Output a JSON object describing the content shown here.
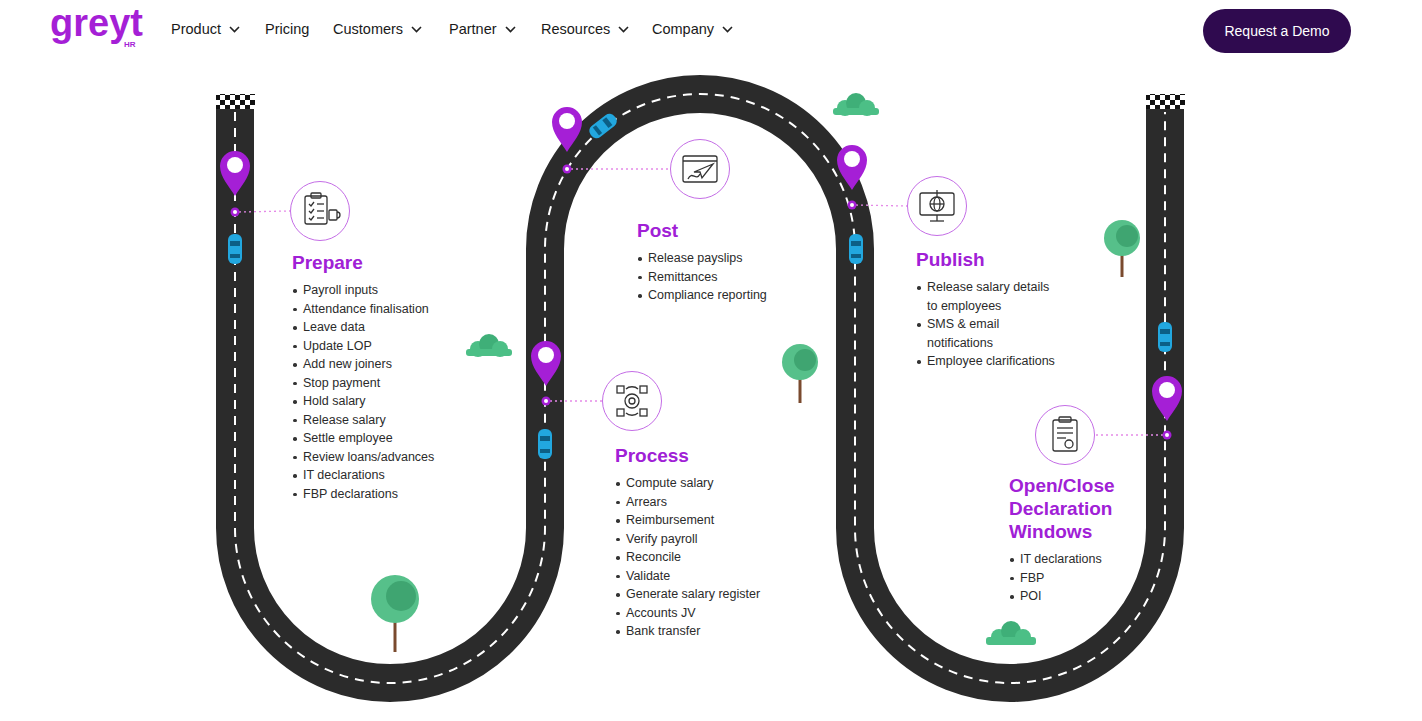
{
  "diagram": {
    "nodes": [
      {
        "text": [
          "Request a Demo"
        ]
      },
      {
        "text": [
          "Prepare",
          "Payroll inputs",
          "Attendance finalisation",
          "Leave data",
          "Update LOP",
          "Add new joiners",
          "Stop payment",
          "Hold salary",
          "Release salary",
          "Settle employee",
          "Review loans/advances",
          "IT declarations",
          "FBP declarations"
        ]
      },
      {
        "text": [
          "Process",
          "Compute salary",
          "Arrears",
          "Reimbursement",
          "Verify payroll",
          "Reconcile",
          "Validate",
          "Generate salary register",
          "Accounts JV",
          "Bank transfer"
        ]
      },
      {
        "text": [
          "Post",
          "Release payslips",
          "Remittances",
          "Compliance reporting"
        ]
      },
      {
        "text": [
          "Publish",
          "Release salary details to employees",
          "SMS & email notifications",
          "Employee clarifications"
        ]
      },
      {
        "text": [
          "Open/Close Declaration Windows",
          "IT declarations",
          "FBP",
          "POI"
        ]
      }
    ],
    "labels": [
      "greyt",
      "HR",
      "Product",
      "Pricing",
      "Customers",
      "Partner",
      "Resources",
      "Company"
    ]
  }
}
